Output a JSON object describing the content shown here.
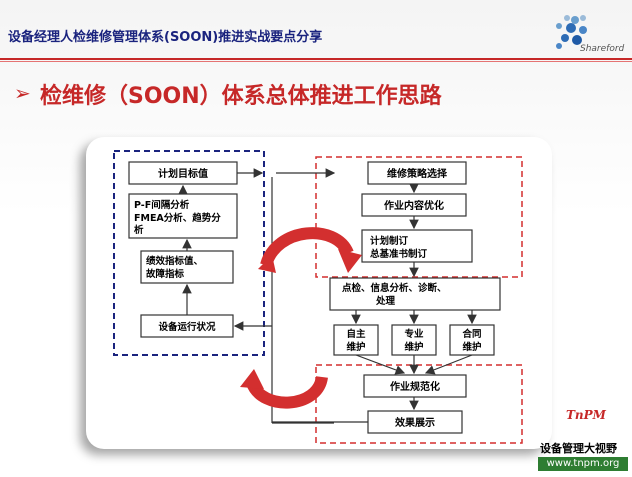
{
  "header": {
    "title": "设备经理人检维修管理体系(SOON)推进实战要点分享",
    "logo_text": "Shareford"
  },
  "slide": {
    "title": "检维修（SOON）体系总体推进工作思路"
  },
  "diagram": {
    "left_boxes": {
      "plan_target": "计划目标值",
      "pf_line1": "P-F间隔分析",
      "pf_line2": "FMEA分析、趋势分",
      "pf_line3": "析",
      "perf_line1": "绩效指标值、",
      "perf_line2": "故障指标",
      "equipment_status": "设备运行状况"
    },
    "right_boxes": {
      "strategy": "维修策略选择",
      "content": "作业内容优化",
      "plan_line1": "计划制订",
      "plan_line2": "总基准书制订",
      "check_line1": "点检、信息分析、诊断、",
      "check_line2": "处理",
      "self_line1": "自主",
      "self_line2": "维护",
      "pro_line1": "专业",
      "pro_line2": "维护",
      "contract_line1": "合同",
      "contract_line2": "维护",
      "standardize": "作业规范化",
      "result": "效果展示"
    }
  },
  "footer": {
    "tnpm": "TnPM",
    "tagline": "设备管理大视野",
    "url": "www.tnpm.org"
  },
  "colors": {
    "title_red": "#c62828",
    "header_navy": "#1a237e",
    "dashed_blue": "#1a237e",
    "dashed_red": "#d32f2f",
    "footer_green": "#2e7d32"
  }
}
